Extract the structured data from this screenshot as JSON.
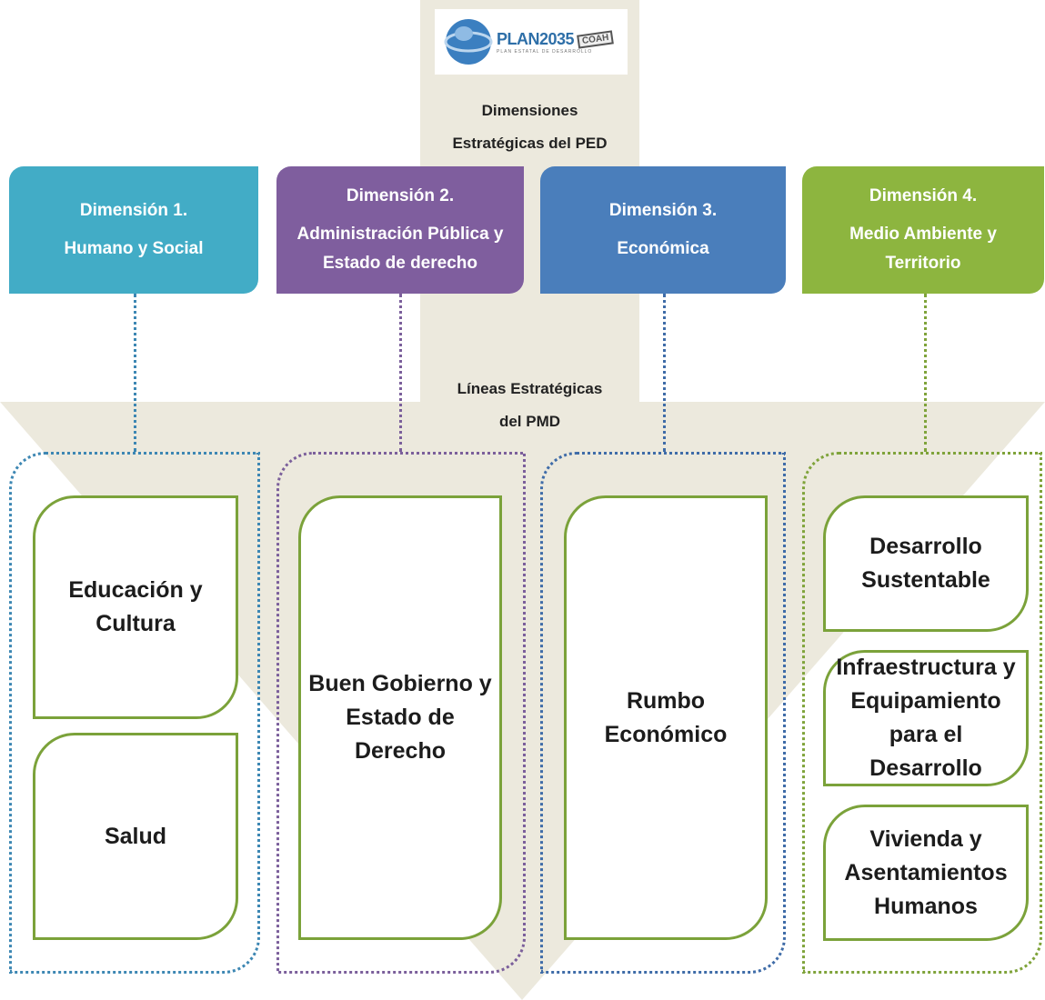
{
  "header": {
    "logo_main": "PLAN2035",
    "logo_stamp": "COAH",
    "logo_sub": "PLAN ESTATAL DE DESARROLLO",
    "ped_title_line1": "Dimensiones",
    "ped_title_line2": "Estratégicas del PED"
  },
  "pmd_label": {
    "line1": "Líneas Estratégicas",
    "line2": "del PMD"
  },
  "dimensions": [
    {
      "number": "Dimensión 1.",
      "name_line1": "Humano y Social",
      "name_line2": "",
      "color": "#42acc6"
    },
    {
      "number": "Dimensión 2.",
      "name_line1": "Administración Pública y",
      "name_line2": "Estado de derecho",
      "color": "#7f5e9e"
    },
    {
      "number": "Dimensión 3.",
      "name_line1": "Económica",
      "name_line2": "",
      "color": "#4a7ebb"
    },
    {
      "number": "Dimensión 4.",
      "name_line1": "Medio Ambiente y",
      "name_line2": "Territorio",
      "color": "#8db53f"
    }
  ],
  "lines": {
    "g1": [
      {
        "l1": "Educación y",
        "l2": "Cultura",
        "l3": ""
      },
      {
        "l1": "Salud",
        "l2": "",
        "l3": ""
      }
    ],
    "g2": [
      {
        "l1": "Buen Gobierno y",
        "l2": "Estado de",
        "l3": "Derecho"
      }
    ],
    "g3": [
      {
        "l1": "Rumbo",
        "l2": "Económico",
        "l3": ""
      }
    ],
    "g4": [
      {
        "l1": "Desarrollo",
        "l2": "Sustentable",
        "l3": ""
      },
      {
        "l1": "Infraestructura y",
        "l2": "Equipamiento",
        "l3": "para el Desarrollo"
      },
      {
        "l1": "Vivienda y",
        "l2": "Asentamientos",
        "l3": "Humanos"
      }
    ]
  },
  "colors": {
    "background_arrow": "#ece9dd",
    "box_border": "#7ba23a",
    "group1_border": "#3d87b3",
    "group2_border": "#7b5f9b",
    "group3_border": "#3f6ca8",
    "group4_border": "#7fa33a"
  }
}
